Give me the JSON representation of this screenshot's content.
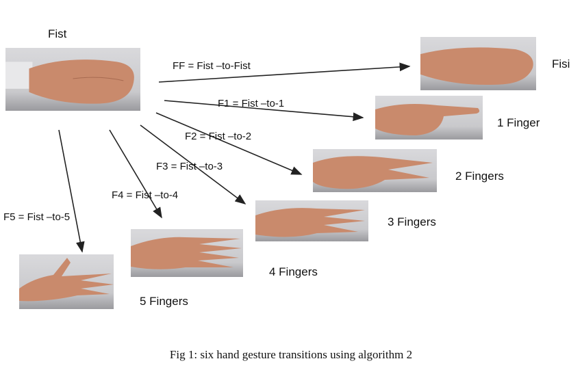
{
  "source": {
    "label": "Fist"
  },
  "targets": [
    {
      "id": "ff",
      "label": "Fisi",
      "transition": "FF = Fist –to-Fist"
    },
    {
      "id": "f1",
      "label": "1 Finger",
      "transition": "F1 = Fist –to-1"
    },
    {
      "id": "f2",
      "label": "2 Fingers",
      "transition": "F2 = Fist –to-2"
    },
    {
      "id": "f3",
      "label": "3 Fingers",
      "transition": "F3 = Fist –to-3"
    },
    {
      "id": "f4",
      "label": "4 Fingers",
      "transition": "F4 = Fist –to-4"
    },
    {
      "id": "f5",
      "label": "5 Fingers",
      "transition": "F5 = Fist –to-5"
    }
  ],
  "caption": "Fig 1: six hand gesture transitions using algorithm 2",
  "colors": {
    "skin": "#c98a6c",
    "background": "#cfcfd2",
    "arrow": "#222222"
  }
}
